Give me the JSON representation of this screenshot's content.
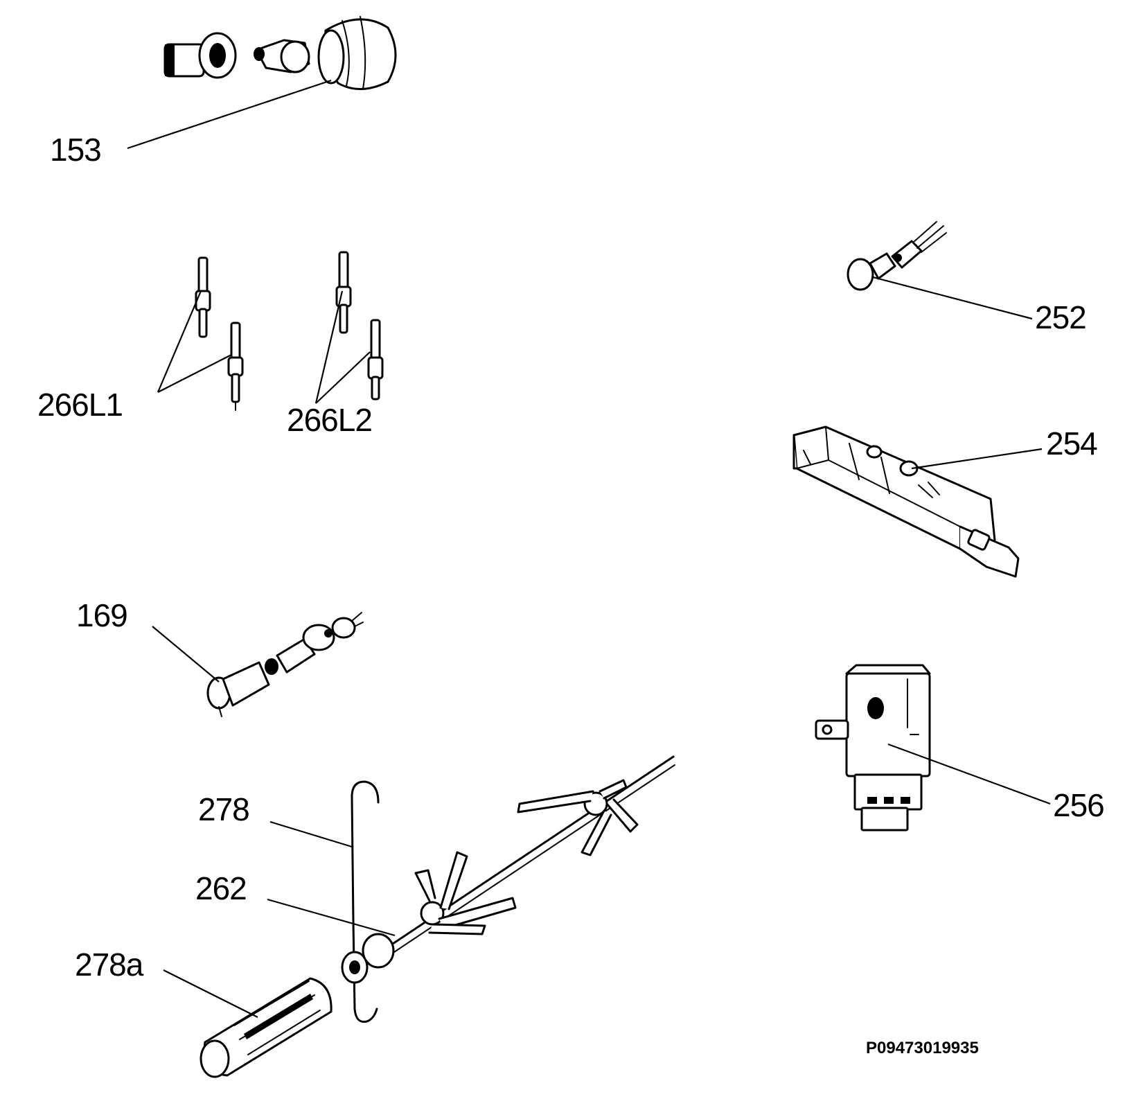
{
  "labels": {
    "p153": "153",
    "p252": "252",
    "p266L1": "266L1",
    "p266L2": "266L2",
    "p254": "254",
    "p169": "169",
    "p256": "256",
    "p278": "278",
    "p262": "262",
    "p278a": "278a"
  },
  "drawing_code": "P09473019935"
}
